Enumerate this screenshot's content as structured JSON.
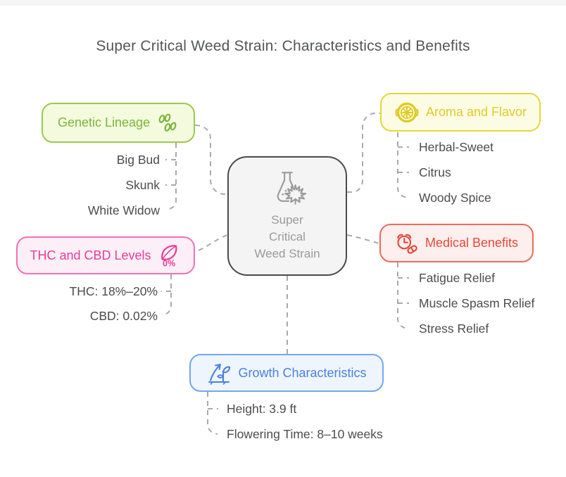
{
  "diagram": {
    "title": "Super Critical Weed Strain: Characteristics and Benefits",
    "connector_color": "#a9a9a9",
    "background": "#ffffff"
  },
  "center": {
    "lines": [
      "Super",
      "Critical",
      "Weed Strain"
    ],
    "icon": "flask-cannabis-icon",
    "colors": {
      "border": "#4a4a4a",
      "bg": "#f4f4f4",
      "text": "#9a9a9a"
    }
  },
  "sections": {
    "genetic": {
      "label": "Genetic Lineage",
      "icon": "seeds-icon",
      "colors": {
        "border": "#9cc94d",
        "bg": "#f3fadd",
        "text": "#7cb53a"
      },
      "items": [
        "Big Bud",
        "Skunk",
        "White Widow"
      ]
    },
    "aroma": {
      "label": "Aroma and Flavor",
      "icon": "citrus-slice-icon",
      "colors": {
        "border": "#e3d83b",
        "bg": "#fcfce4",
        "text": "#e0ca28"
      },
      "items": [
        "Herbal-Sweet",
        "Citrus",
        "Woody Spice"
      ]
    },
    "thc": {
      "label": "THC and CBD Levels",
      "icon": "leaf-percent-icon",
      "colors": {
        "border": "#f172af",
        "bg": "#fdeff8",
        "text": "#e83d96"
      },
      "items": [
        "THC: 18%–20%",
        "CBD: 0.02%"
      ]
    },
    "medical": {
      "label": "Medical Benefits",
      "icon": "alarm-clock-pill-icon",
      "colors": {
        "border": "#ef6a5e",
        "bg": "#fdefed",
        "text": "#e6493c"
      },
      "items": [
        "Fatigue Relief",
        "Muscle Spasm Relief",
        "Stress Relief"
      ]
    },
    "growth": {
      "label": "Growth Characteristics",
      "icon": "sprout-growth-arrow-icon",
      "colors": {
        "border": "#72a7f2",
        "bg": "#eff5fd",
        "text": "#4a80e0"
      },
      "items": [
        "Height: 3.9 ft",
        "Flowering Time: 8–10 weeks"
      ]
    }
  }
}
